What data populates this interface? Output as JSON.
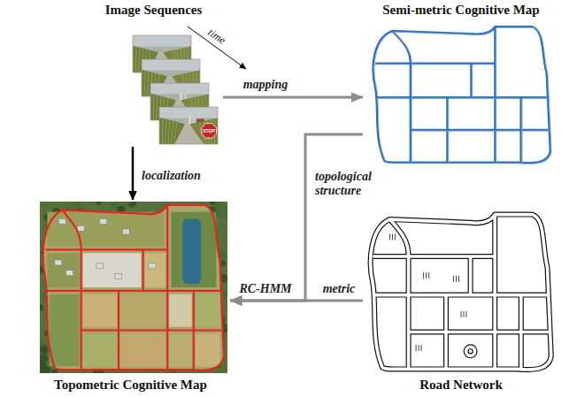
{
  "diagram": {
    "nodes": [
      {
        "text": [
          "Image Sequences"
        ]
      },
      {
        "text": [
          "Semi-metric Cognitive Map"
        ]
      },
      {
        "text": [
          "Topometric Cognitive Map"
        ]
      },
      {
        "text": [
          "Road Network"
        ]
      }
    ],
    "edges": [
      {
        "from": 0,
        "to": 1,
        "arrow": "to",
        "label": "mapping"
      },
      {
        "from": 0,
        "to": 2,
        "arrow": "to",
        "label": "localization"
      },
      {
        "from": 1,
        "to": 2,
        "arrow": "to",
        "label": "topological structure"
      },
      {
        "from": 3,
        "to": 2,
        "arrow": "to",
        "label": "metric"
      }
    ],
    "labels": [
      "time",
      "RC-HMM",
      "STOP"
    ]
  }
}
